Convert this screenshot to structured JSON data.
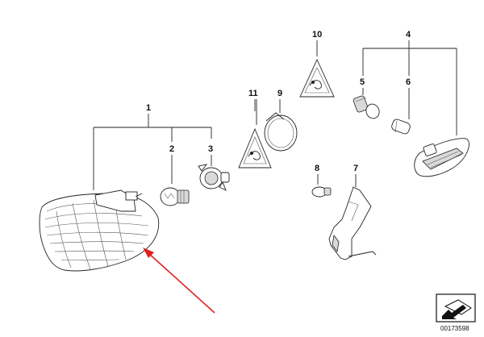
{
  "callouts": {
    "c1": "1",
    "c2": "2",
    "c3": "3",
    "c4": "4",
    "c5": "5",
    "c6": "6",
    "c7": "7",
    "c8": "8",
    "c9": "9",
    "c10": "10",
    "c11": "11"
  },
  "reference_number": "00173598",
  "pointer_color": "#e02020",
  "icons": {
    "warning_triangle": "warning-triangle-icon",
    "nav_arrow": "arrow-icon"
  }
}
